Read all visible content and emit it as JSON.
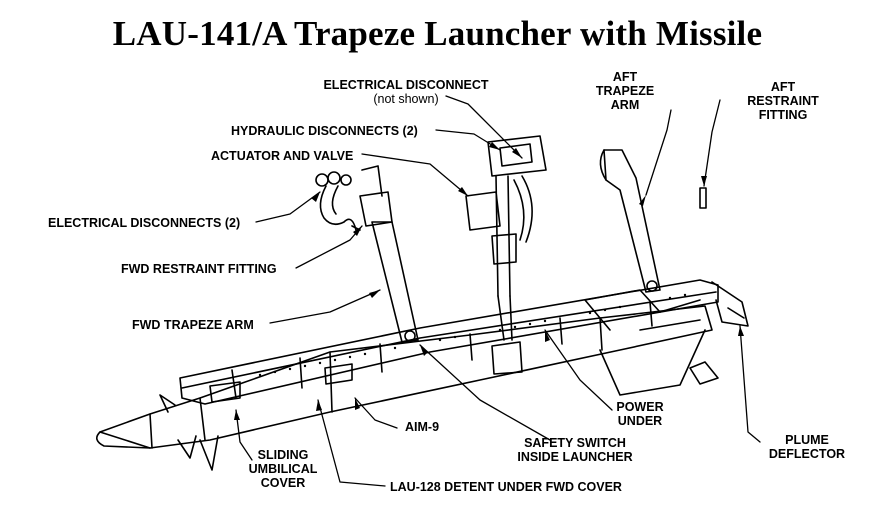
{
  "title": "LAU-141/A Trapeze Launcher with Missile",
  "labels": {
    "electrical_disconnect_line1": "ELECTRICAL DISCONNECT",
    "electrical_disconnect_line2": "(not shown)",
    "hydraulic_disconnects": "HYDRAULIC DISCONNECTS (2)",
    "actuator_and_valve": "ACTUATOR AND VALVE",
    "electrical_disconnects": "ELECTRICAL DISCONNECTS (2)",
    "fwd_restraint_fitting": "FWD RESTRAINT FITTING",
    "fwd_trapeze_arm": "FWD TRAPEZE ARM",
    "aft_trapeze_arm_line1": "AFT",
    "aft_trapeze_arm_line2": "TRAPEZE",
    "aft_trapeze_arm_line3": "ARM",
    "aft_restraint_fitting_line1": "AFT",
    "aft_restraint_fitting_line2": "RESTRAINT",
    "aft_restraint_fitting_line3": "FITTING",
    "power_under_line1": "POWER",
    "power_under_line2": "UNDER",
    "aim9": "AIM-9",
    "plume_deflector_line1": "PLUME",
    "plume_deflector_line2": "DEFLECTOR",
    "safety_switch_line1": "SAFETY SWITCH",
    "safety_switch_line2": "INSIDE LAUNCHER",
    "sliding_umbilical_line1": "SLIDING",
    "sliding_umbilical_line2": "UMBILICAL",
    "sliding_umbilical_line3": "COVER",
    "lau128_detent": "LAU-128 DETENT UNDER FWD COVER"
  }
}
